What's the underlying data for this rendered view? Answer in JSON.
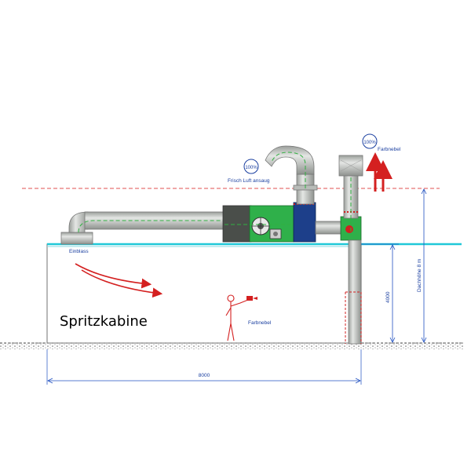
{
  "diagram": {
    "title": "Spritzkabine",
    "labels": {
      "einblass": "Einblass",
      "frisch_luft": "Frisch Luft ansaug",
      "farbnebel_top": "Farbnebel",
      "farbnebel_inside": "Farbnebel",
      "dachhoehe": "Dachhöhe  8 m",
      "height_dim": "4000",
      "width_dim": "8000"
    },
    "badges": {
      "fresh_air_pct": "100%",
      "exhaust_pct": "100%"
    },
    "colors": {
      "duct": "#c8ccc8",
      "duct_dark": "#8a8e8a",
      "fan_green": "#2fb04a",
      "fan_blue": "#1d3f8a",
      "filter_red": "#d02020",
      "arrow_red": "#d42020",
      "roof_line": "#e05050",
      "water_line": "#20c8d8",
      "dim_line": "#2050c0",
      "badge_blue": "#1a3fa0"
    },
    "icons": [
      "red-flow-arrow",
      "up-arrow",
      "person-figure",
      "spray-gun",
      "fan-wheel"
    ]
  }
}
